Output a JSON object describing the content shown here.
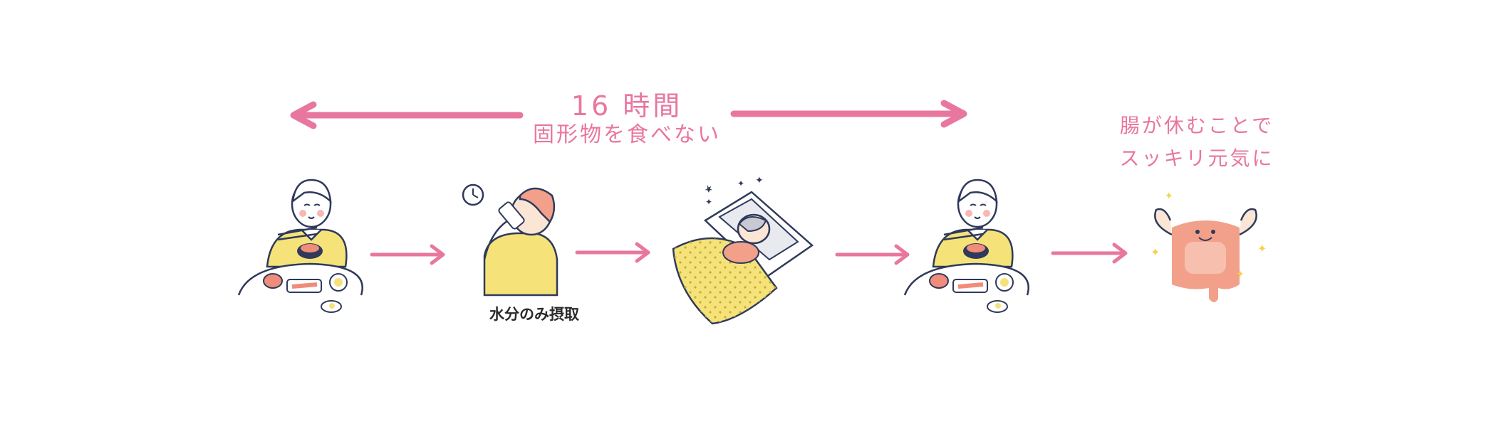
{
  "header": {
    "duration": "16 時間",
    "subtitle": "固形物を食べない"
  },
  "steps": [
    {
      "name": "eating-meal",
      "caption": ""
    },
    {
      "name": "drinking-water",
      "caption": "水分のみ摂取"
    },
    {
      "name": "sleeping",
      "caption": ""
    },
    {
      "name": "eating-meal-again",
      "caption": ""
    }
  ],
  "result": {
    "line1": "腸が休むことで",
    "line2": "スッキリ元気に"
  },
  "icons": [
    "eating-woman-icon",
    "drinking-water-icon",
    "clock-icon",
    "sleeping-person-icon",
    "intestine-character-icon",
    "arrow-right-icon",
    "double-arrow-icon"
  ],
  "colors": {
    "accent": "#e8779f",
    "yellow": "#f5e37a",
    "skin": "#fbe6d6",
    "line": "#2f3a5a",
    "intestine": "#f2a08a"
  }
}
